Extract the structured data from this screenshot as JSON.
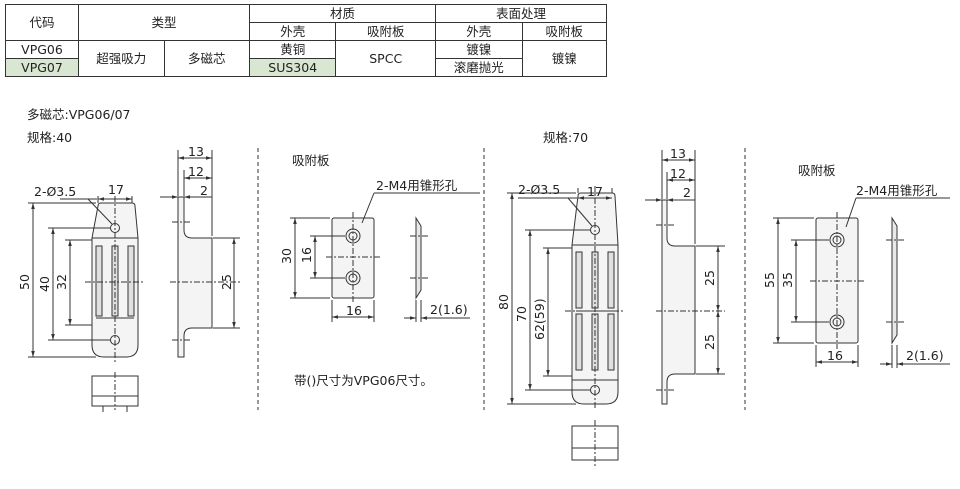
{
  "table": {
    "h_code": "代码",
    "h_type": "类型",
    "h_material": "材质",
    "h_finish": "表面处理",
    "h_shell": "外壳",
    "h_plate": "吸附板",
    "h_shell2": "外壳",
    "h_plate2": "吸附板",
    "rows": [
      {
        "code": "VPG06",
        "shell_mat": "黄铜",
        "shell_fin": "镀镍"
      },
      {
        "code": "VPG07",
        "shell_mat": "SUS304",
        "shell_fin": "滚磨抛光"
      }
    ],
    "type1": "超强吸力",
    "type2": "多磁芯",
    "plate_mat": "SPCC",
    "plate_fin": "镀镍"
  },
  "notes": {
    "multi_core": "多磁芯:VPG06/07",
    "spec40": "规格:40",
    "spec70": "规格:70",
    "plate1": "吸附板",
    "plate2": "吸附板",
    "paren_note": "带()尺寸为VPG06尺寸。"
  },
  "dims": {
    "left": {
      "d13": "13",
      "d12": "12",
      "d2": "2",
      "hole": "2-Ø3.5",
      "w17": "17",
      "h50": "50",
      "h40": "40",
      "h32": "32",
      "h25": "25"
    },
    "plate1": {
      "tap": "2-M4用锥形孔",
      "h30": "30",
      "h16": "16",
      "w16": "16",
      "t": "2(1.6)"
    },
    "right": {
      "d13": "13",
      "d12": "12",
      "d2": "2",
      "hole": "2-Ø3.5",
      "w17": "17",
      "h80": "80",
      "h70": "70",
      "h62": "62(59)",
      "h25a": "25",
      "h25b": "25"
    },
    "plate2": {
      "tap": "2-M4用锥形孔",
      "h55": "55",
      "h35": "35",
      "w16": "16",
      "t": "2(1.6)"
    }
  },
  "colors": {
    "highlight": "#d9e6d2",
    "line": "#333333"
  }
}
